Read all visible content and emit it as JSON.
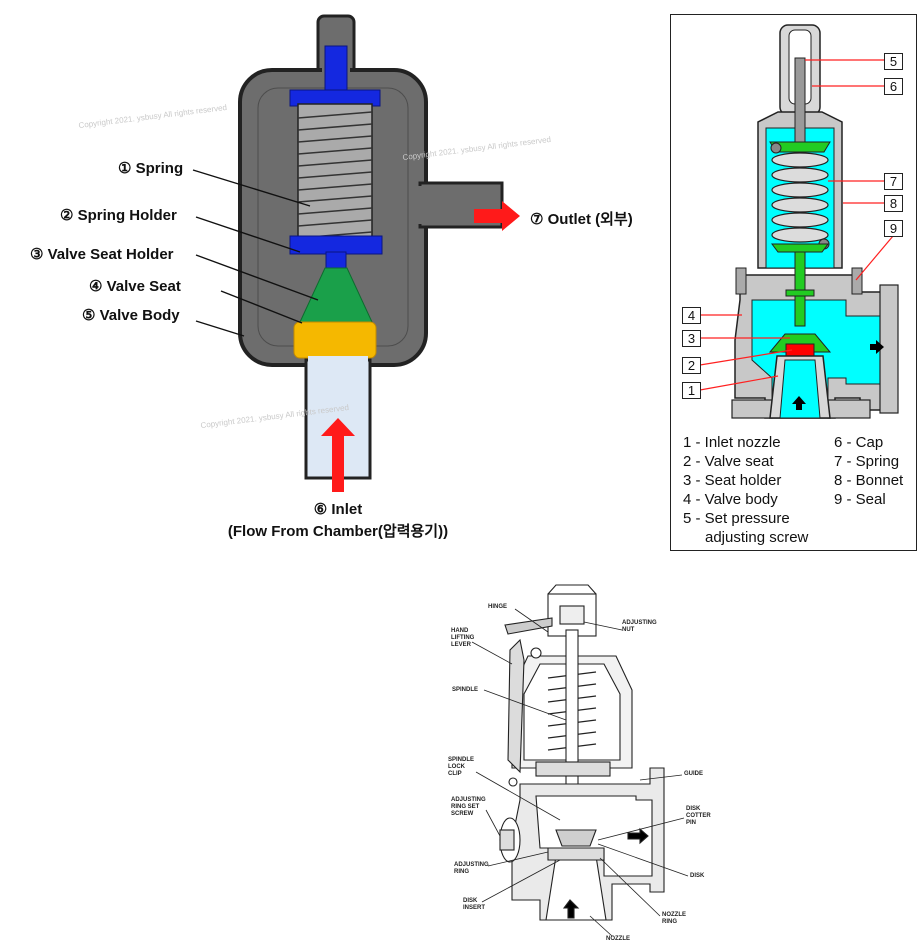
{
  "diagram1": {
    "labels": {
      "spring": "① Spring",
      "spring_holder": "② Spring Holder",
      "valve_seat_holder": "③ Valve Seat Holder",
      "valve_seat": "④ Valve Seat",
      "valve_body": "⑤ Valve Body",
      "outlet": "⑦ Outlet (외부)",
      "inlet_line1": "⑥ Inlet",
      "inlet_line2": "(Flow From Chamber(압력용기))"
    },
    "watermark": "Copyright 2021. ysbusy All rights reserved",
    "colors": {
      "body": "#6d6d6d",
      "holder": "#1428e0",
      "seat_holder": "#1aa04a",
      "seat": "#f5b800",
      "arrow": "#ff1a1a",
      "inlet_pipe": "#dde8f5"
    }
  },
  "diagram2": {
    "callouts": [
      "1",
      "2",
      "3",
      "4",
      "5",
      "6",
      "7",
      "8",
      "9"
    ],
    "legend_left": [
      "1 - Inlet nozzle",
      "2 - Valve seat",
      "3 - Seat holder",
      "4 - Valve body",
      "5 - Set pressure",
      "adjusting screw"
    ],
    "legend_right": [
      "6 - Cap",
      "7 - Spring",
      "8 - Bonnet",
      "9 - Seal"
    ],
    "colors": {
      "fluid": "#00ffff",
      "spring_holder": "#22cc22",
      "seat": "#ff0000"
    }
  },
  "diagram3": {
    "labels": {
      "hinge": "HINGE",
      "hand_lifting_lever": "HAND\nLIFTING\nLEVER",
      "spindle": "SPINDLE",
      "spindle_lock_clip": "SPINDLE\nLOCK\nCLIP",
      "adjusting_ring_set_screw": "ADJUSTING\nRING SET\nSCREW",
      "adjusting_ring": "ADJUSTING\nRING",
      "disk_insert": "DISK\nINSERT",
      "nozzle": "NOZZLE",
      "adjusting_nut": "ADJUSTING\nNUT",
      "guide": "GUIDE",
      "disk_cotter_pin": "DISK\nCOTTER\nPIN",
      "disk": "DISK",
      "nozzle_ring": "NOZZLE\nRING"
    }
  }
}
